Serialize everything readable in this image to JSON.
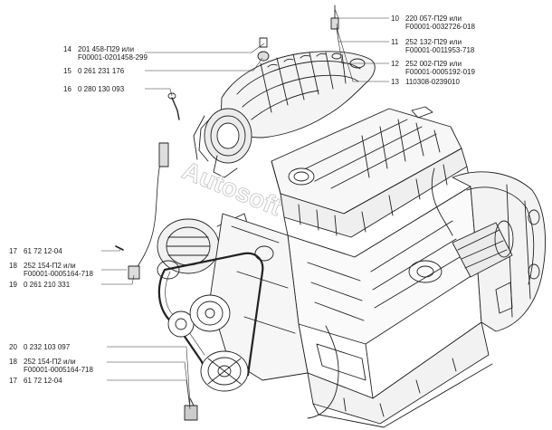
{
  "callouts": {
    "c10": {
      "num": "10",
      "line1": "220 057-П29 или",
      "line2": "F00001-0032726-018"
    },
    "c11": {
      "num": "11",
      "line1": "252 132-П29 или",
      "line2": "F00001-0011953-718"
    },
    "c12": {
      "num": "12",
      "line1": "252 002-П29 или",
      "line2": "F00001-0005192-019"
    },
    "c13": {
      "num": "13",
      "line1": "110308-0239010"
    },
    "c14": {
      "num": "14",
      "line1": "201 458-П29 или",
      "line2": "F00001-0201458-299"
    },
    "c15": {
      "num": "15",
      "line1": "0 261 231 176"
    },
    "c16": {
      "num": "16",
      "line1": "0 280 130 093"
    },
    "c17a": {
      "num": "17",
      "line1": "61 72 12-04"
    },
    "c18a": {
      "num": "18",
      "line1": "252 154-П2 или",
      "line2": "F00001-0005164-718"
    },
    "c19": {
      "num": "19",
      "line1": "0 261 210 331"
    },
    "c20": {
      "num": "20",
      "line1": "0 232 103 097"
    },
    "c18b": {
      "num": "18",
      "line1": "252 154-П2 или",
      "line2": "F00001-0005164-718"
    },
    "c17b": {
      "num": "17",
      "line1": "61 72 12-04"
    }
  },
  "watermark": {
    "text": "Autosoft"
  },
  "colors": {
    "ink": "#1a1a1a",
    "line": "#333333",
    "watermark": "#c8c8c8"
  }
}
